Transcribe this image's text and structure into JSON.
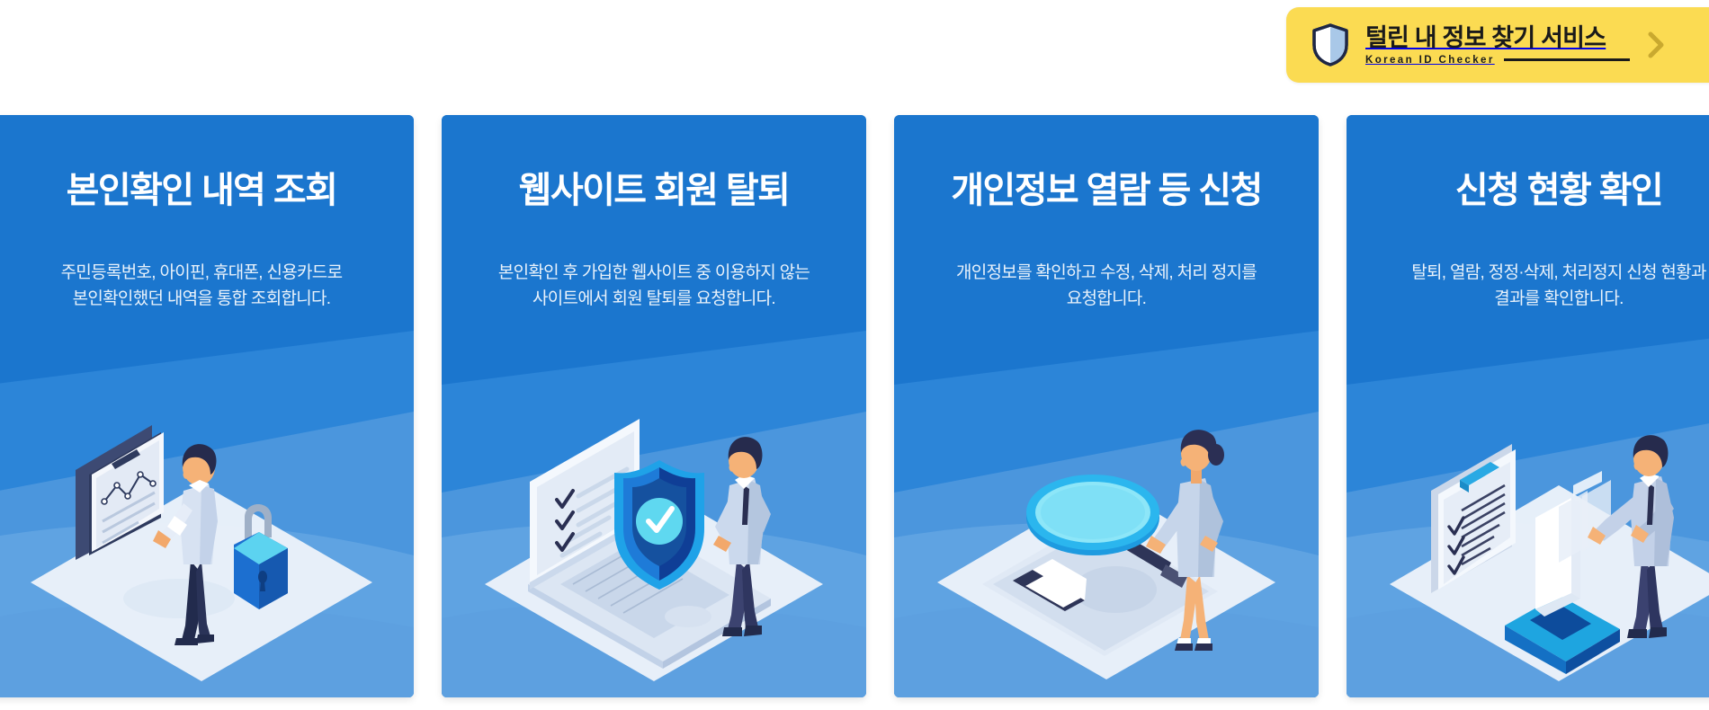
{
  "promo_banner": {
    "icon": "shield-icon",
    "title": "털린 내 정보 찾기 서비스",
    "subtitle": "Korean ID Checker",
    "chevron_icon": "chevron-right-icon",
    "background_color": "#FBDB52",
    "text_color": "#1a1a1a"
  },
  "theme": {
    "card_background": "#1B76CE",
    "card_title_color": "#FFFFFF",
    "card_desc_color": "#E9F2FB",
    "page_background": "#FFFFFF"
  },
  "cards": [
    {
      "title": "본인확인 내역 조회",
      "description": "주민등록번호, 아이핀, 휴대폰, 신용카드로\n본인확인했던 내역을 통합 조회합니다.",
      "illustration": "person-clipboard-padlock-illustration"
    },
    {
      "title": "웹사이트 회원 탈퇴",
      "description": "본인확인 후 가입한 웹사이트 중 이용하지 않는\n사이트에서 회원 탈퇴를 요청합니다.",
      "illustration": "laptop-shield-check-person-illustration"
    },
    {
      "title": "개인정보 열람 등 신청",
      "description": "개인정보를 확인하고 수정, 삭제, 처리 정지를\n요청합니다.",
      "illustration": "magnifier-document-person-illustration"
    },
    {
      "title": "신청 현황 확인",
      "description": "탈퇴, 열람, 정정·삭제, 처리정지 신청 현황과\n결과를 확인합니다.",
      "illustration": "clipboard-ballotbox-person-illustration"
    }
  ]
}
